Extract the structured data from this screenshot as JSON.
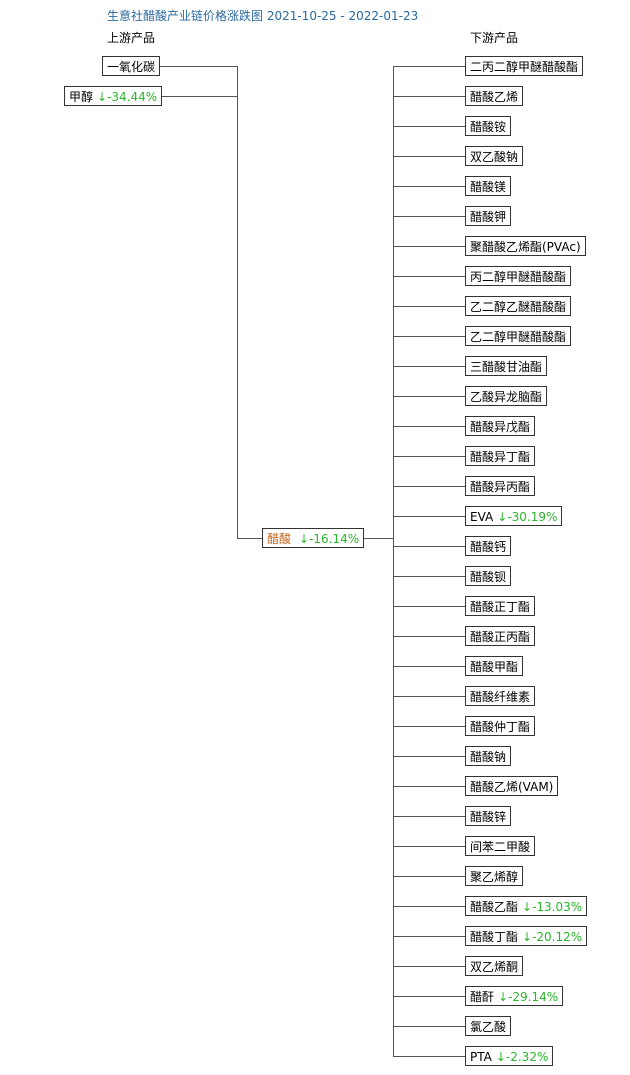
{
  "title": "生意社醋酸产业链价格涨跌图 2021-10-25 - 2022-01-23",
  "upstream_header": "上游产品",
  "downstream_header": "下游产品",
  "arrow": "↓",
  "center": {
    "name": "醋酸",
    "change": "-16.14%"
  },
  "upstream": [
    {
      "name": "一氧化碳",
      "change": ""
    },
    {
      "name": "甲醇",
      "change": "-34.44%"
    }
  ],
  "downstream": [
    {
      "name": "二丙二醇甲醚醋酸酯",
      "change": ""
    },
    {
      "name": "醋酸乙烯",
      "change": ""
    },
    {
      "name": "醋酸铵",
      "change": ""
    },
    {
      "name": "双乙酸钠",
      "change": ""
    },
    {
      "name": "醋酸镁",
      "change": ""
    },
    {
      "name": "醋酸钾",
      "change": ""
    },
    {
      "name": "聚醋酸乙烯酯(PVAc)",
      "change": ""
    },
    {
      "name": "丙二醇甲醚醋酸酯",
      "change": ""
    },
    {
      "name": "乙二醇乙醚醋酸酯",
      "change": ""
    },
    {
      "name": "乙二醇甲醚醋酸酯",
      "change": ""
    },
    {
      "name": "三醋酸甘油酯",
      "change": ""
    },
    {
      "name": "乙酸异龙脑酯",
      "change": ""
    },
    {
      "name": "醋酸异戊酯",
      "change": ""
    },
    {
      "name": "醋酸异丁酯",
      "change": ""
    },
    {
      "name": "醋酸异丙酯",
      "change": ""
    },
    {
      "name": "EVA",
      "change": "-30.19%"
    },
    {
      "name": "醋酸钙",
      "change": ""
    },
    {
      "name": "醋酸钡",
      "change": ""
    },
    {
      "name": "醋酸正丁酯",
      "change": ""
    },
    {
      "name": "醋酸正丙酯",
      "change": ""
    },
    {
      "name": "醋酸甲酯",
      "change": ""
    },
    {
      "name": "醋酸纤维素",
      "change": ""
    },
    {
      "name": "醋酸仲丁酯",
      "change": ""
    },
    {
      "name": "醋酸钠",
      "change": ""
    },
    {
      "name": "醋酸乙烯(VAM)",
      "change": ""
    },
    {
      "name": "醋酸锌",
      "change": ""
    },
    {
      "name": "间苯二甲酸",
      "change": ""
    },
    {
      "name": "聚乙烯醇",
      "change": ""
    },
    {
      "name": "醋酸乙酯",
      "change": "-13.03%"
    },
    {
      "name": "醋酸丁酯",
      "change": "-20.12%"
    },
    {
      "name": "双乙烯酮",
      "change": ""
    },
    {
      "name": "醋酐",
      "change": "-29.14%"
    },
    {
      "name": "氯乙酸",
      "change": ""
    },
    {
      "name": "PTA",
      "change": "-2.32%"
    }
  ]
}
